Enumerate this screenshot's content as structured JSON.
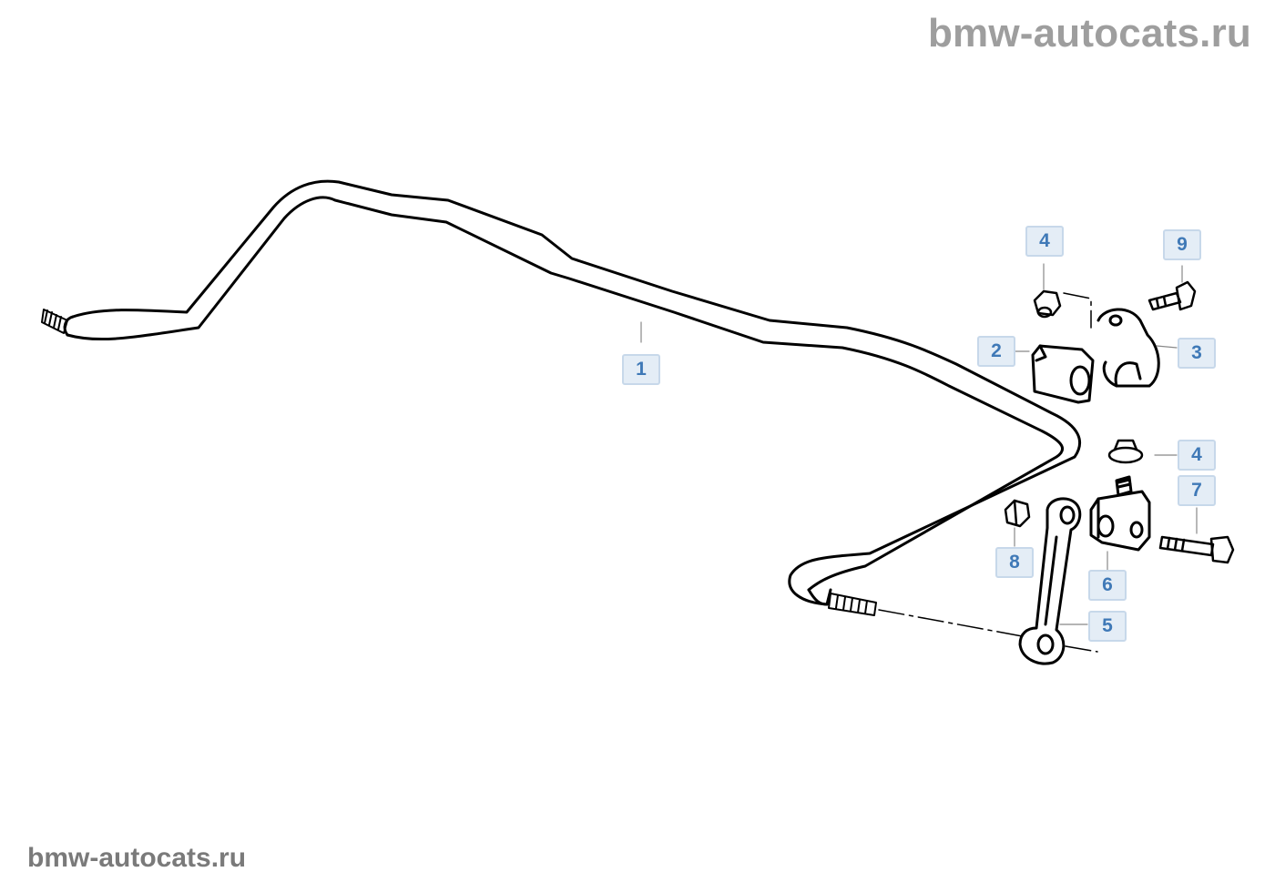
{
  "watermarks": {
    "top": "bmw-autocats.ru",
    "bottom": "bmw-autocats.ru"
  },
  "callouts": [
    "1",
    "2",
    "3",
    "4",
    "9",
    "4",
    "7",
    "8",
    "6",
    "5"
  ],
  "colors": {
    "line": "#000000",
    "callout_text": "#3f79b7",
    "callout_fill": "#e4edf6",
    "callout_border": "#c7d8ea",
    "watermark": "#9e9e9e"
  }
}
